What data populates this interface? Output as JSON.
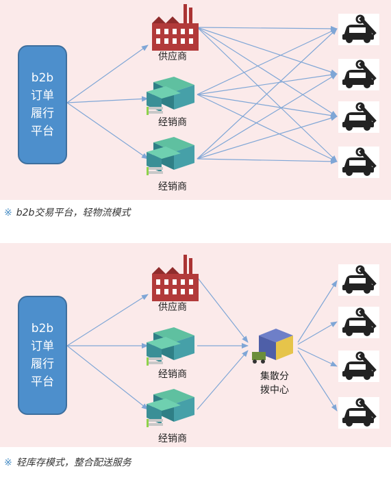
{
  "diagram1": {
    "platform_lines": [
      "b2b",
      "订单",
      "履行",
      "平台"
    ],
    "supplier_label": "供应商",
    "distributor1_label": "经销商",
    "distributor2_label": "经销商",
    "caption_mark": "※",
    "caption": "b2b交易平台，轻物流模式"
  },
  "diagram2": {
    "platform_lines": [
      "b2b",
      "订单",
      "履行",
      "平台"
    ],
    "supplier_label": "供应商",
    "distributor1_label": "经销商",
    "distributor2_label": "经销商",
    "hub_lines": [
      "集散分",
      "拨中心"
    ],
    "caption_mark": "※",
    "caption": "轻库存模式，整合配送服务"
  },
  "colors": {
    "panel_bg": "#fbeaea",
    "platform_fill": "#4d8fcc",
    "arrow": "#7fa6d6"
  },
  "icons": [
    "factory-icon",
    "warehouse-icon",
    "car-repair-icon",
    "distribution-center-icon"
  ]
}
